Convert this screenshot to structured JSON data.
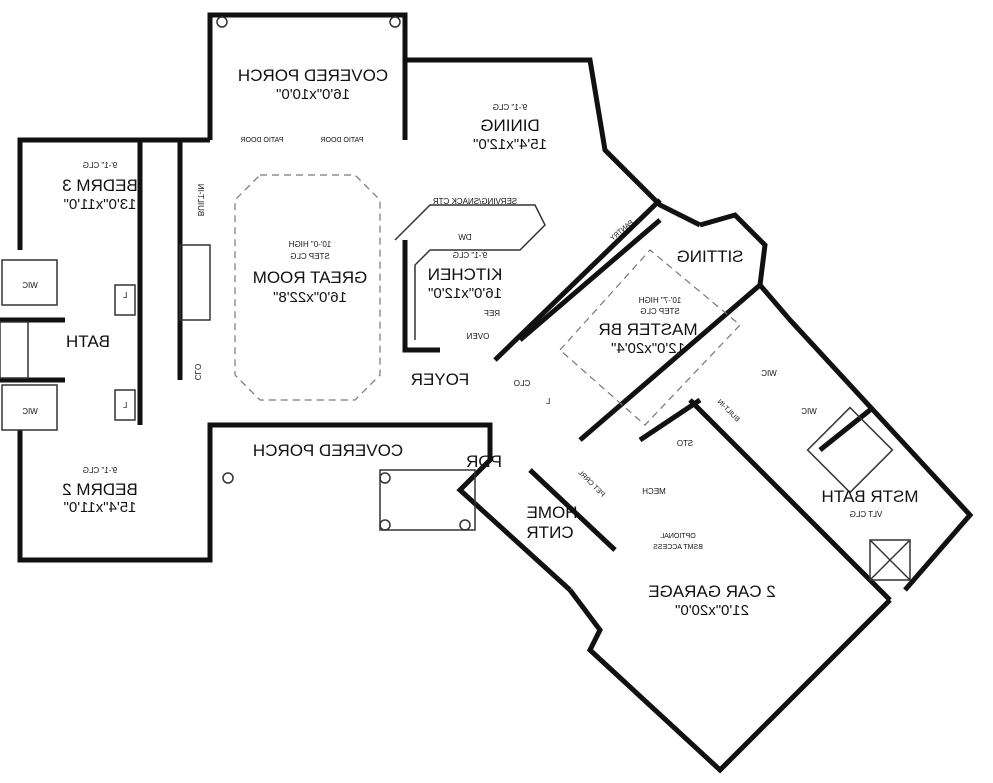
{
  "plan": {
    "porch_top": {
      "name": "COVERED PORCH",
      "size": "16'0\"x10'0\"",
      "door_left": "PATIO DOOR",
      "door_right": "PATIO DOOR"
    },
    "dining": {
      "ceiling": "9'-1\" CLG",
      "name": "DINING",
      "size": "15'4\"x12'0\""
    },
    "bedrm3": {
      "ceiling": "9'-1\" CLG",
      "name": "BEDRM 3",
      "size": "13'0\"x11'0\""
    },
    "built_in_left": "BUILT-IN",
    "great_room": {
      "ceiling1": "10'-0\" HIGH",
      "ceiling2": "STEP CLG",
      "name": "GREAT ROOM",
      "size": "16'0\"x22'8\""
    },
    "kitchen": {
      "counter": "SERVING/SNACK CTR",
      "dw": "DW",
      "ceiling": "9'-1\" CLG",
      "name": "KITCHEN",
      "size": "16'0\"x12'0\"",
      "ref": "REF",
      "oven": "OVEN"
    },
    "pantry": "PANTRY",
    "sitting": "SITTING",
    "master_br": {
      "ceiling1": "10'-7\" HIGH",
      "ceiling2": "STEP CLG",
      "name": "MASTER BR",
      "size": "12'0\"x20'4\""
    },
    "wic_upper_left": "WIC",
    "wic_lower_left": "WIC",
    "bath": "BATH",
    "linen1": "L",
    "linen2": "L",
    "clg_left": "CLO",
    "foyer": "FOYER",
    "clo_foyer": "CLO",
    "linen_foyer": "L",
    "porch_bottom": "COVERED PORCH",
    "bedrm2": {
      "ceiling": "9'-1\" CLG",
      "name": "BEDRM 2",
      "size": "15'4\"x11'0\""
    },
    "pdr": "PDR",
    "home_cntr": {
      "line1": "HOME",
      "line2": "CNTR"
    },
    "pet_crrl": "PET CRRL",
    "mech": "MECH",
    "sto": "STO",
    "built_in_right": "BUILT-IN",
    "wic_master1": "WIC",
    "wic_master2": "WIC",
    "mstr_bath": {
      "name": "MSTR BATH",
      "ceiling": "VLT CLG"
    },
    "bsmt": {
      "line1": "OPTIONAL",
      "line2": "BSMT ACCESS"
    },
    "garage": {
      "name": "2 CAR GARAGE",
      "size": "21'0\"x20'0\""
    }
  }
}
